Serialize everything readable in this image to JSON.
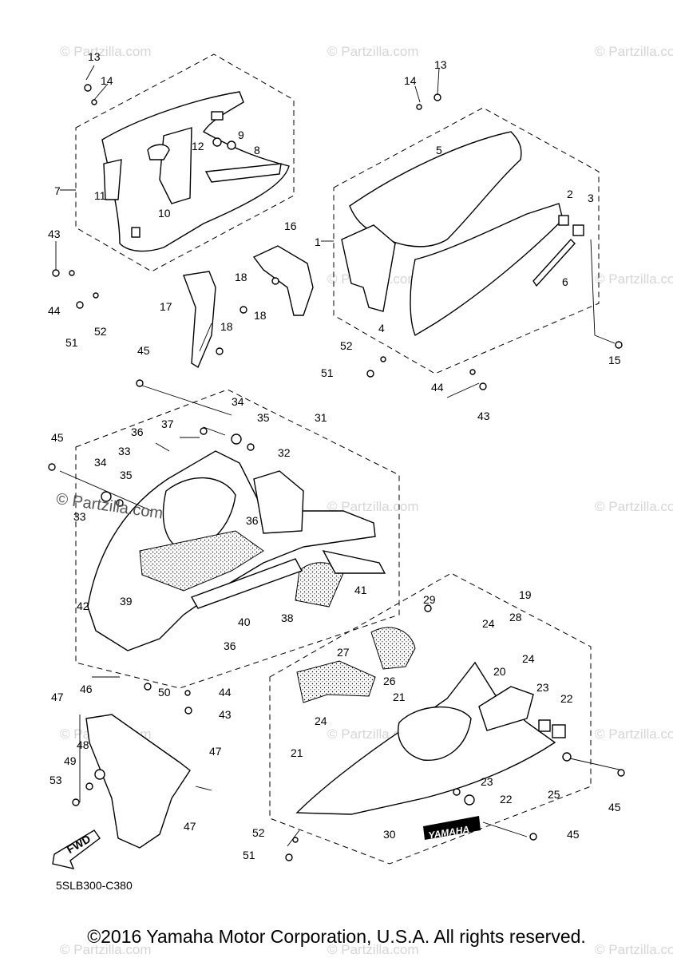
{
  "diagram": {
    "code": "5SLB300-C380",
    "copyright": "©2016 Yamaha Motor Corporation, U.S.A. All rights reserved.",
    "watermark": "© Partzilla.com",
    "logo_text": "© Partzilla.com",
    "fwd_text": "FWD",
    "yamaha_text": "YAMAHA",
    "callouts": [
      {
        "id": "c13a",
        "text": "13"
      },
      {
        "id": "c14a",
        "text": "14"
      },
      {
        "id": "c13b",
        "text": "13"
      },
      {
        "id": "c14b",
        "text": "14"
      },
      {
        "id": "c9",
        "text": "9"
      },
      {
        "id": "c12",
        "text": "12"
      },
      {
        "id": "c8",
        "text": "8"
      },
      {
        "id": "c7",
        "text": "7"
      },
      {
        "id": "c11",
        "text": "11"
      },
      {
        "id": "c10",
        "text": "10"
      },
      {
        "id": "c5",
        "text": "5"
      },
      {
        "id": "c2",
        "text": "2"
      },
      {
        "id": "c3",
        "text": "3"
      },
      {
        "id": "c1",
        "text": "1"
      },
      {
        "id": "c16",
        "text": "16"
      },
      {
        "id": "c43a",
        "text": "43"
      },
      {
        "id": "c44a",
        "text": "44"
      },
      {
        "id": "c18a",
        "text": "18"
      },
      {
        "id": "c18b",
        "text": "18"
      },
      {
        "id": "c17",
        "text": "17"
      },
      {
        "id": "c6",
        "text": "6"
      },
      {
        "id": "c4",
        "text": "4"
      },
      {
        "id": "c51a",
        "text": "51"
      },
      {
        "id": "c52a",
        "text": "52"
      },
      {
        "id": "c18c",
        "text": "18"
      },
      {
        "id": "c15",
        "text": "15"
      },
      {
        "id": "c52b",
        "text": "52"
      },
      {
        "id": "c45a",
        "text": "45"
      },
      {
        "id": "c51b",
        "text": "51"
      },
      {
        "id": "c44b",
        "text": "44"
      },
      {
        "id": "c43b",
        "text": "43"
      },
      {
        "id": "c34a",
        "text": "34"
      },
      {
        "id": "c35a",
        "text": "35"
      },
      {
        "id": "c31",
        "text": "31"
      },
      {
        "id": "c37",
        "text": "37"
      },
      {
        "id": "c36a",
        "text": "36"
      },
      {
        "id": "c45b",
        "text": "45"
      },
      {
        "id": "c33a",
        "text": "33"
      },
      {
        "id": "c32",
        "text": "32"
      },
      {
        "id": "c34b",
        "text": "34"
      },
      {
        "id": "c35b",
        "text": "35"
      },
      {
        "id": "c36b",
        "text": "36"
      },
      {
        "id": "c33b",
        "text": "33"
      },
      {
        "id": "c39",
        "text": "39"
      },
      {
        "id": "c41",
        "text": "41"
      },
      {
        "id": "c42",
        "text": "42"
      },
      {
        "id": "c40",
        "text": "40"
      },
      {
        "id": "c38",
        "text": "38"
      },
      {
        "id": "c19",
        "text": "19"
      },
      {
        "id": "c29",
        "text": "29"
      },
      {
        "id": "c24a",
        "text": "24"
      },
      {
        "id": "c28",
        "text": "28"
      },
      {
        "id": "c36c",
        "text": "36"
      },
      {
        "id": "c27",
        "text": "27"
      },
      {
        "id": "c26",
        "text": "26"
      },
      {
        "id": "c21a",
        "text": "21"
      },
      {
        "id": "c24b",
        "text": "24"
      },
      {
        "id": "c20",
        "text": "20"
      },
      {
        "id": "c23a",
        "text": "23"
      },
      {
        "id": "c22a",
        "text": "22"
      },
      {
        "id": "c46",
        "text": "46"
      },
      {
        "id": "c47a",
        "text": "47"
      },
      {
        "id": "c50",
        "text": "50"
      },
      {
        "id": "c44c",
        "text": "44"
      },
      {
        "id": "c43c",
        "text": "43"
      },
      {
        "id": "c24c",
        "text": "24"
      },
      {
        "id": "c21b",
        "text": "21"
      },
      {
        "id": "c48",
        "text": "48"
      },
      {
        "id": "c49",
        "text": "49"
      },
      {
        "id": "c47b",
        "text": "47"
      },
      {
        "id": "c53",
        "text": "53"
      },
      {
        "id": "c25",
        "text": "25"
      },
      {
        "id": "c45c",
        "text": "45"
      },
      {
        "id": "c23b",
        "text": "23"
      },
      {
        "id": "c22b",
        "text": "22"
      },
      {
        "id": "c30",
        "text": "30"
      },
      {
        "id": "c45d",
        "text": "45"
      },
      {
        "id": "c52c",
        "text": "52"
      },
      {
        "id": "c47c",
        "text": "47"
      },
      {
        "id": "c51c",
        "text": "51"
      }
    ]
  }
}
